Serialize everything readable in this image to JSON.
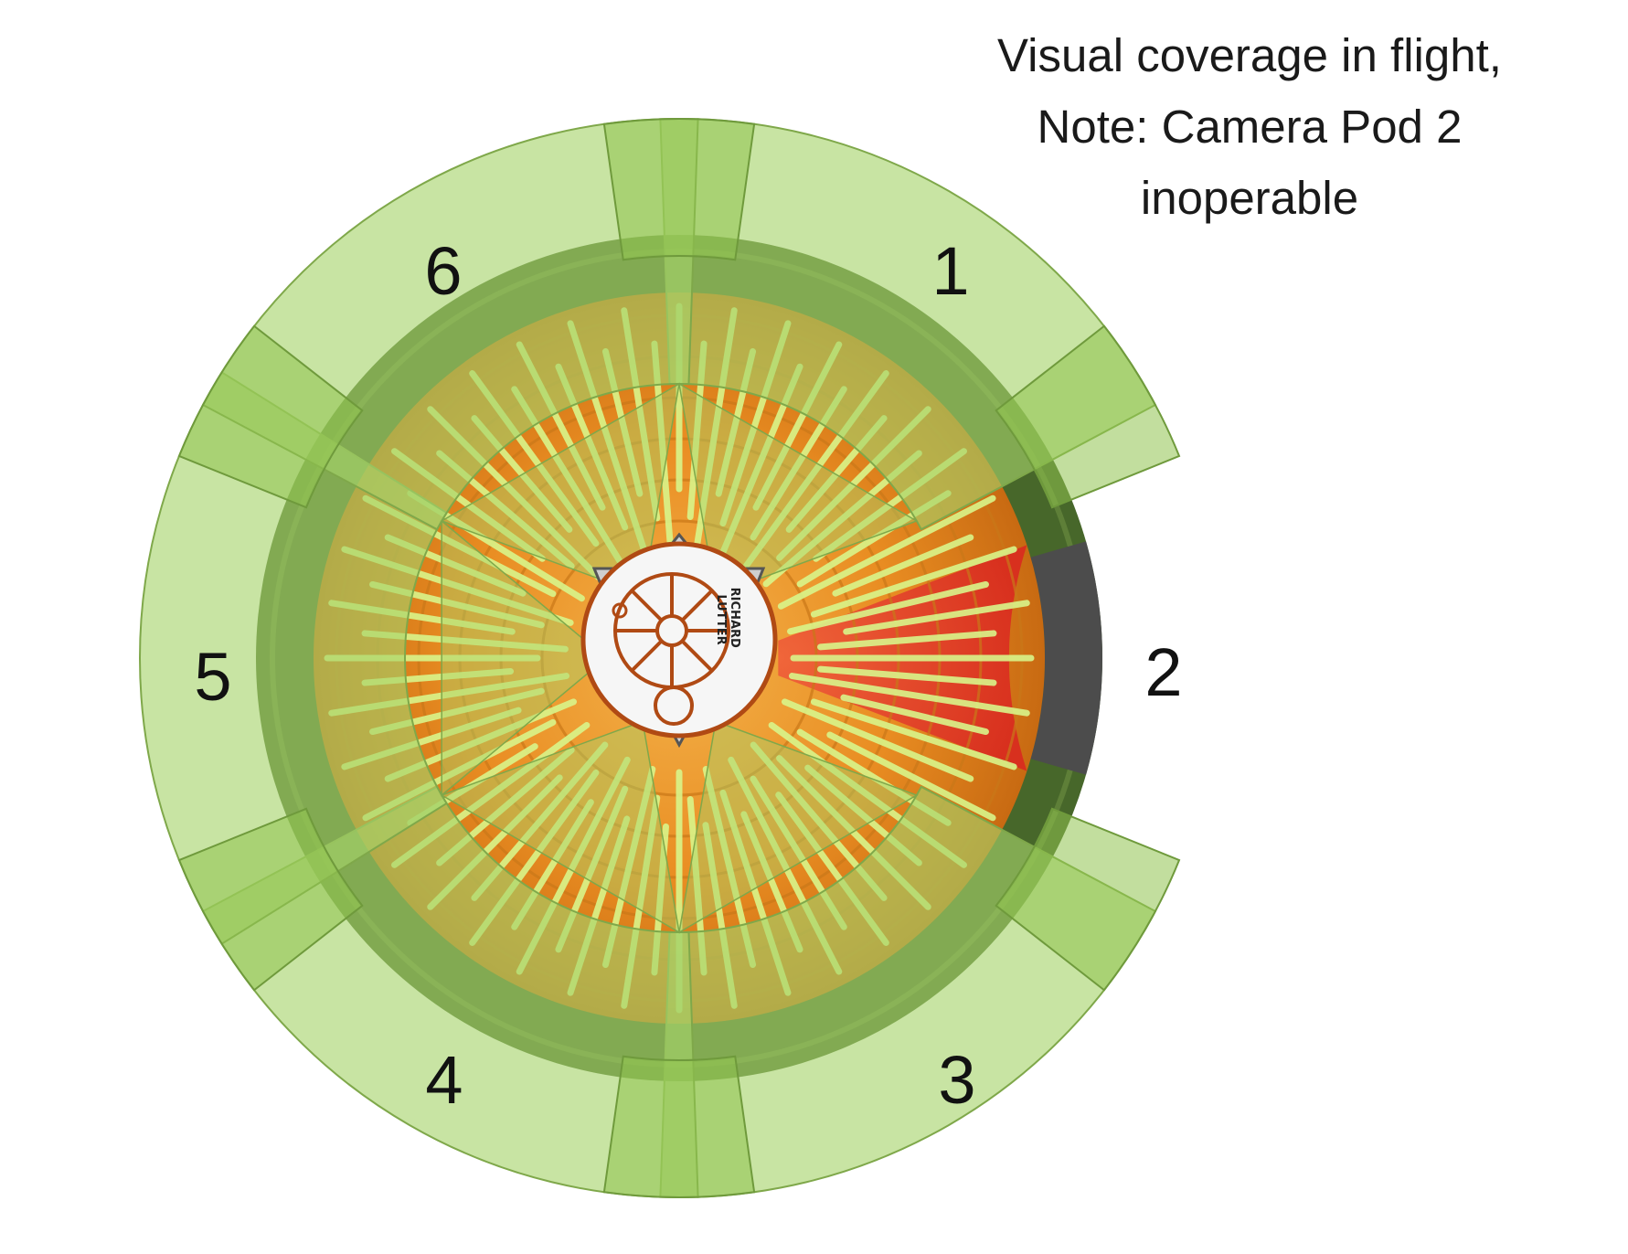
{
  "caption": {
    "line1": "Visual coverage in flight,",
    "line2": "Note: Camera Pod 2",
    "line3": "inoperable"
  },
  "pods": [
    {
      "id": 1,
      "label": "1",
      "operable": true,
      "angle_deg": 60
    },
    {
      "id": 2,
      "label": "2",
      "operable": false,
      "angle_deg": 0
    },
    {
      "id": 3,
      "label": "3",
      "operable": true,
      "angle_deg": -60
    },
    {
      "id": 4,
      "label": "4",
      "operable": true,
      "angle_deg": -120
    },
    {
      "id": 5,
      "label": "5",
      "operable": true,
      "angle_deg": 180
    },
    {
      "id": 6,
      "label": "6",
      "operable": true,
      "angle_deg": 120
    }
  ],
  "hub_badge_text": "RICHARD\nLUTTER",
  "colors": {
    "coverage_fill": "#a6d36a",
    "coverage_stroke": "#7fa84a",
    "ring_dark": "#3f5f22",
    "ring_inoperable": "#4a4a4a",
    "parachute_orange": "#e8901e",
    "parachute_red": "#e0412a",
    "spokes": "#d9f58a",
    "hub_outline": "#b04a14"
  }
}
